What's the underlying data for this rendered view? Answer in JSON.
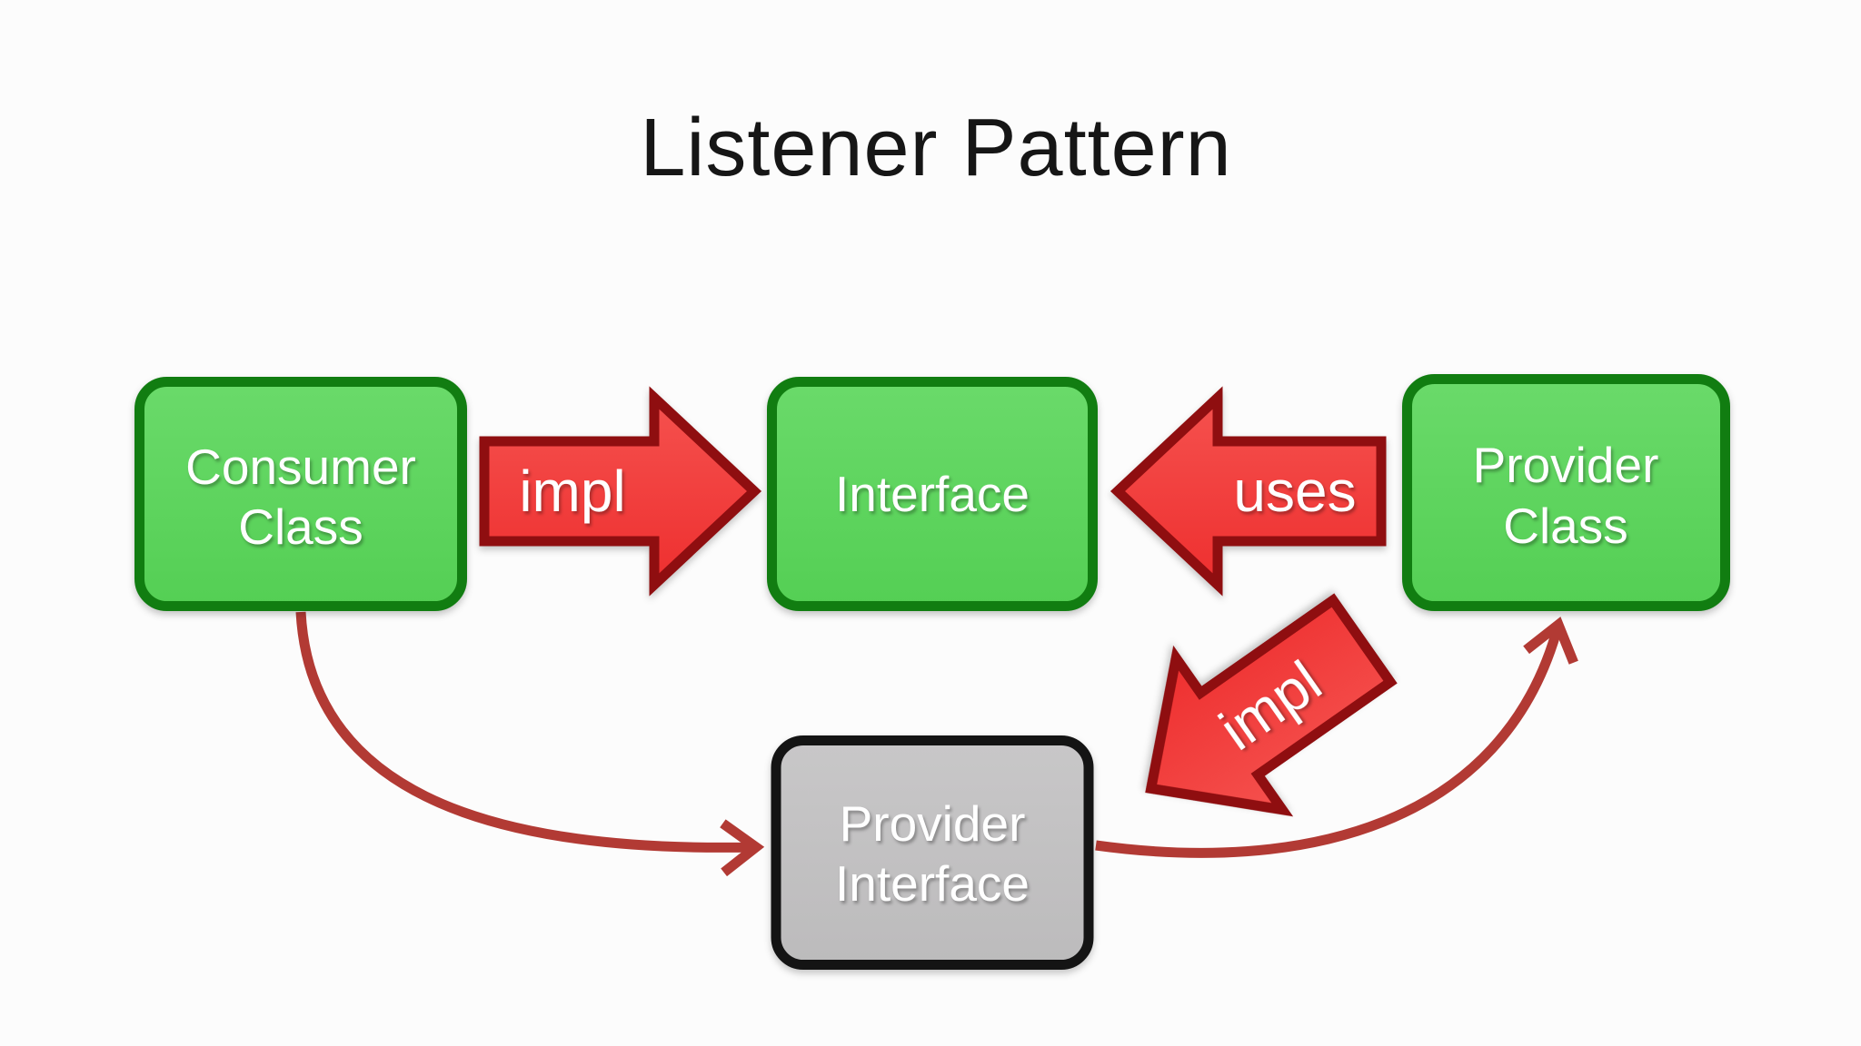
{
  "title": {
    "text": "Listener Pattern"
  },
  "nodes": {
    "consumer": {
      "line1": "Consumer",
      "line2": "Class"
    },
    "interface": {
      "line1": "Interface"
    },
    "provider": {
      "line1": "Provider",
      "line2": "Class"
    },
    "provider_interface": {
      "line1": "Provider",
      "line2": "Interface"
    }
  },
  "arrows": {
    "impl_left": {
      "label": "impl",
      "direction": "right"
    },
    "uses": {
      "label": "uses",
      "direction": "left"
    },
    "impl_diagonal": {
      "label": "impl",
      "direction": "down-left"
    }
  },
  "colors": {
    "background": "#fcfcfc",
    "class_node_fill": "#5fd45f",
    "class_node_border": "#117d11",
    "interface_node_fill": "#c2c1c2",
    "interface_node_border": "#141414",
    "block_arrow_fill": "#f23b3b",
    "block_arrow_border": "#8f0e10",
    "connector_stroke": "#b23a34",
    "node_text": "#ffffff",
    "title_text": "#161616"
  }
}
